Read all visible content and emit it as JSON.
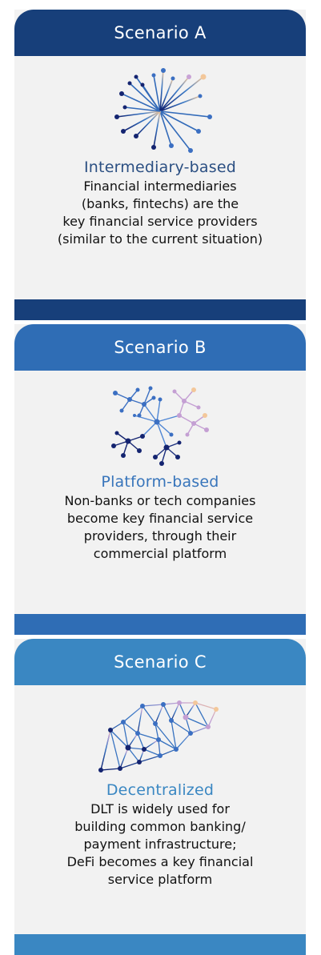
{
  "colors": {
    "scenario_a": "#173f7a",
    "scenario_b": "#2f6db5",
    "scenario_c": "#3a87c2",
    "title_a": "#2b4f82",
    "title_b": "#3875bb",
    "title_c": "#3a87c2"
  },
  "scenarios": [
    {
      "header": "Scenario A",
      "title": "Intermediary-based",
      "icon": "hub-network-icon",
      "description_lines": [
        "Financial intermediaries",
        "(banks, fintechs) are the",
        "key financial service providers",
        "(similar to the current situation)"
      ]
    },
    {
      "header": "Scenario B",
      "title": "Platform-based",
      "icon": "multi-hub-network-icon",
      "description_lines": [
        "Non-banks or tech companies",
        "become key financial service",
        "providers, through their",
        "commercial platform"
      ]
    },
    {
      "header": "Scenario C",
      "title": "Decentralized",
      "icon": "mesh-network-icon",
      "description_lines": [
        "DLT is widely used for",
        "building common banking/",
        "payment infrastructure;",
        "DeFi becomes a key financial",
        "service platform"
      ]
    }
  ]
}
